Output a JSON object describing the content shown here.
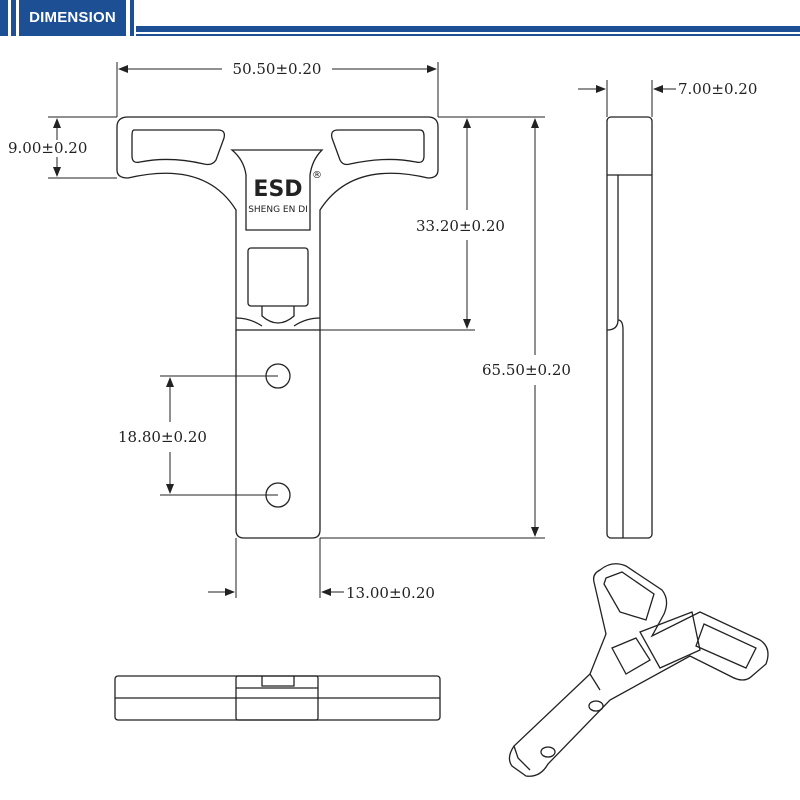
{
  "header": {
    "title": "DIMENSION"
  },
  "dimensions": {
    "width": "50.50±0.20",
    "wing_height": "9.00±0.20",
    "thickness": "7.00±0.20",
    "head_height": "33.20±0.20",
    "total_height": "65.50±0.20",
    "hole_spacing": "18.80±0.20",
    "stem_width": "13.00±0.20"
  },
  "logo": {
    "letters": "ESD",
    "caption": "SHENG EN DI",
    "mark": "®"
  },
  "colors": {
    "accent": "#1d4f94",
    "line": "#222222"
  }
}
